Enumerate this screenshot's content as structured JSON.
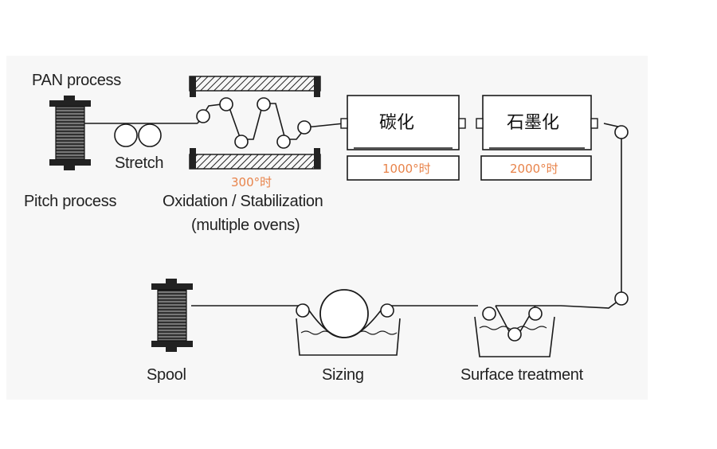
{
  "colors": {
    "accent_temp": "#e8834a",
    "line": "#1a1a1a",
    "panel_bg": "#f7f7f7"
  },
  "labels": {
    "pan_process": "PAN process",
    "stretch": "Stretch",
    "pitch_process": "Pitch process",
    "oxidation_line1": "Oxidation / Stabilization",
    "oxidation_line2": "(multiple ovens)",
    "carbonization": "碳化",
    "graphitization": "石墨化",
    "spool": "Spool",
    "sizing": "Sizing",
    "surface_treatment": "Surface treatment"
  },
  "temperatures": {
    "oxidation": "300°时",
    "carbonization": "1000°时",
    "graphitization": "2000°时"
  }
}
